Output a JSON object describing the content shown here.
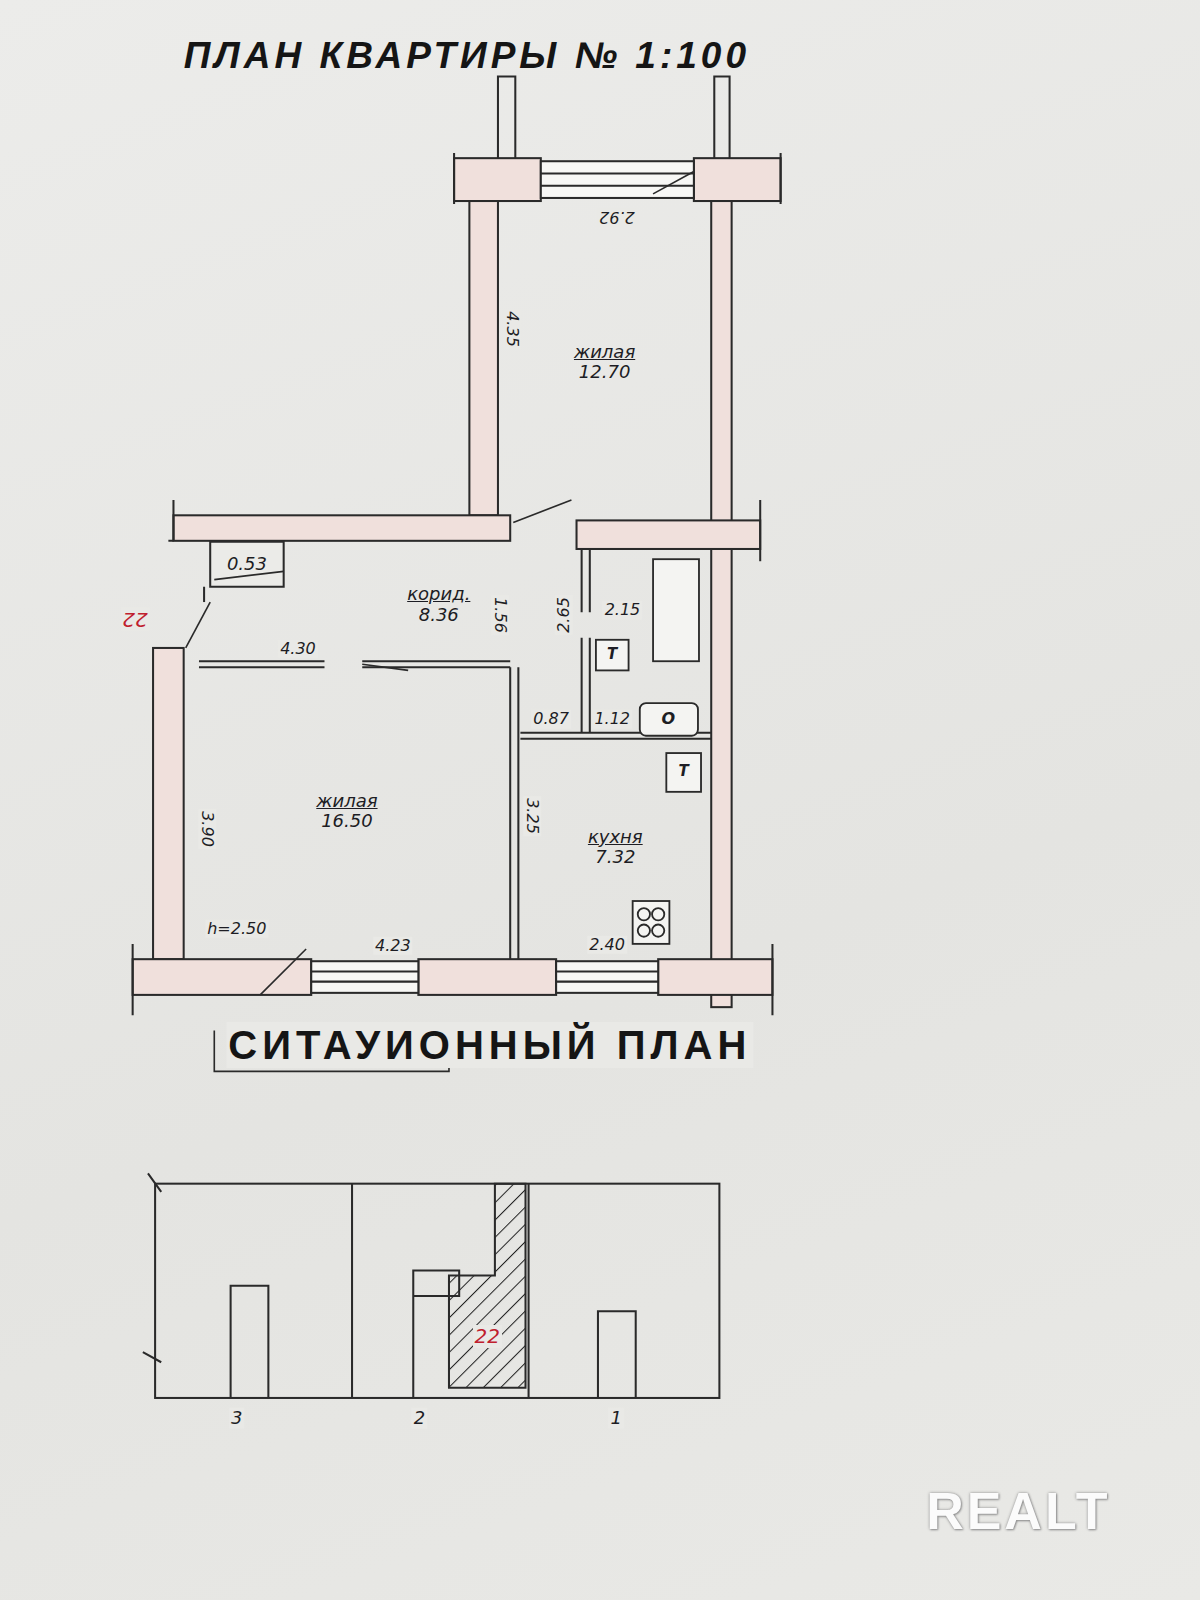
{
  "diagram": {
    "title": "ПЛАН КВАРТИРЫ № 1:100",
    "nodes": [
      {
        "text": [
          "жилая",
          "12.70"
        ]
      },
      {
        "text": [
          "0.53"
        ]
      },
      {
        "text": [
          "корид.",
          "8.36"
        ]
      },
      {
        "text": [
          "жилая",
          "16.50"
        ]
      },
      {
        "text": [
          "кухня",
          "7.32"
        ]
      },
      {
        "text": [
          "22"
        ]
      }
    ],
    "labels": [
      "2.92",
      "4.35",
      "22",
      "1.56",
      "2.65",
      "2.15",
      "T",
      "O",
      "4.30",
      "0.87",
      "1.12",
      "T",
      "3.90",
      "3.25",
      "h=2.50",
      "4.23",
      "2.40",
      "СИТАУИОННЫЙ ПЛАН",
      "3",
      "2",
      "1",
      "REALT"
    ]
  }
}
